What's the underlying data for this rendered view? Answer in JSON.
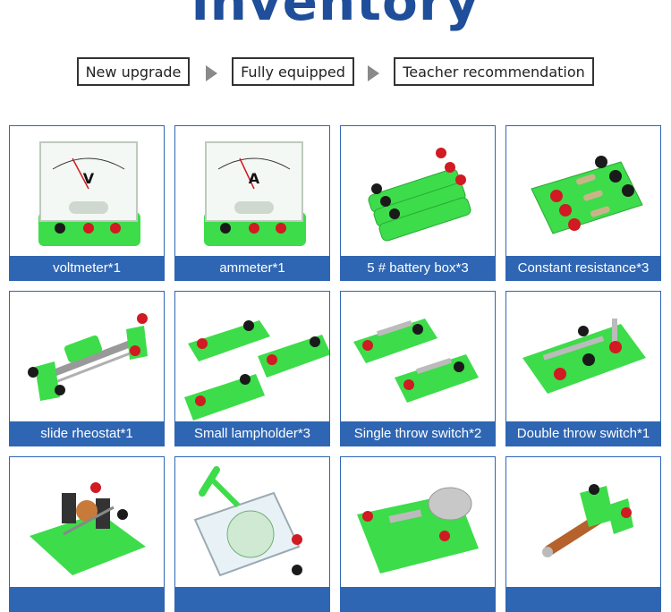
{
  "page": {
    "title": "inventory"
  },
  "tags": [
    "New upgrade",
    "Fully equipped",
    "Teacher recommendation"
  ],
  "items": [
    {
      "label": "voltmeter*1",
      "icon": "voltmeter-icon"
    },
    {
      "label": "ammeter*1",
      "icon": "ammeter-icon"
    },
    {
      "label": "5 # battery box*3",
      "icon": "battery-box-icon"
    },
    {
      "label": "Constant resistance*3",
      "icon": "resistance-icon"
    },
    {
      "label": "slide rheostat*1",
      "icon": "rheostat-icon"
    },
    {
      "label": "Small lampholder*3",
      "icon": "lampholder-icon"
    },
    {
      "label": "Single throw switch*2",
      "icon": "single-switch-icon"
    },
    {
      "label": "Double throw switch*1",
      "icon": "double-switch-icon"
    },
    {
      "label": "",
      "icon": "motor-icon"
    },
    {
      "label": "",
      "icon": "hand-generator-icon"
    },
    {
      "label": "",
      "icon": "electric-bell-icon"
    },
    {
      "label": "",
      "icon": "electromagnet-icon"
    }
  ],
  "meters": {
    "voltmeter_letter": "V",
    "ammeter_letter": "A"
  },
  "colors": {
    "title": "#1f4e9a",
    "label_bg": "#2f66b3",
    "base_green": "#3ddc4a",
    "terminal_red": "#d11a22",
    "terminal_black": "#1a1a1a"
  }
}
